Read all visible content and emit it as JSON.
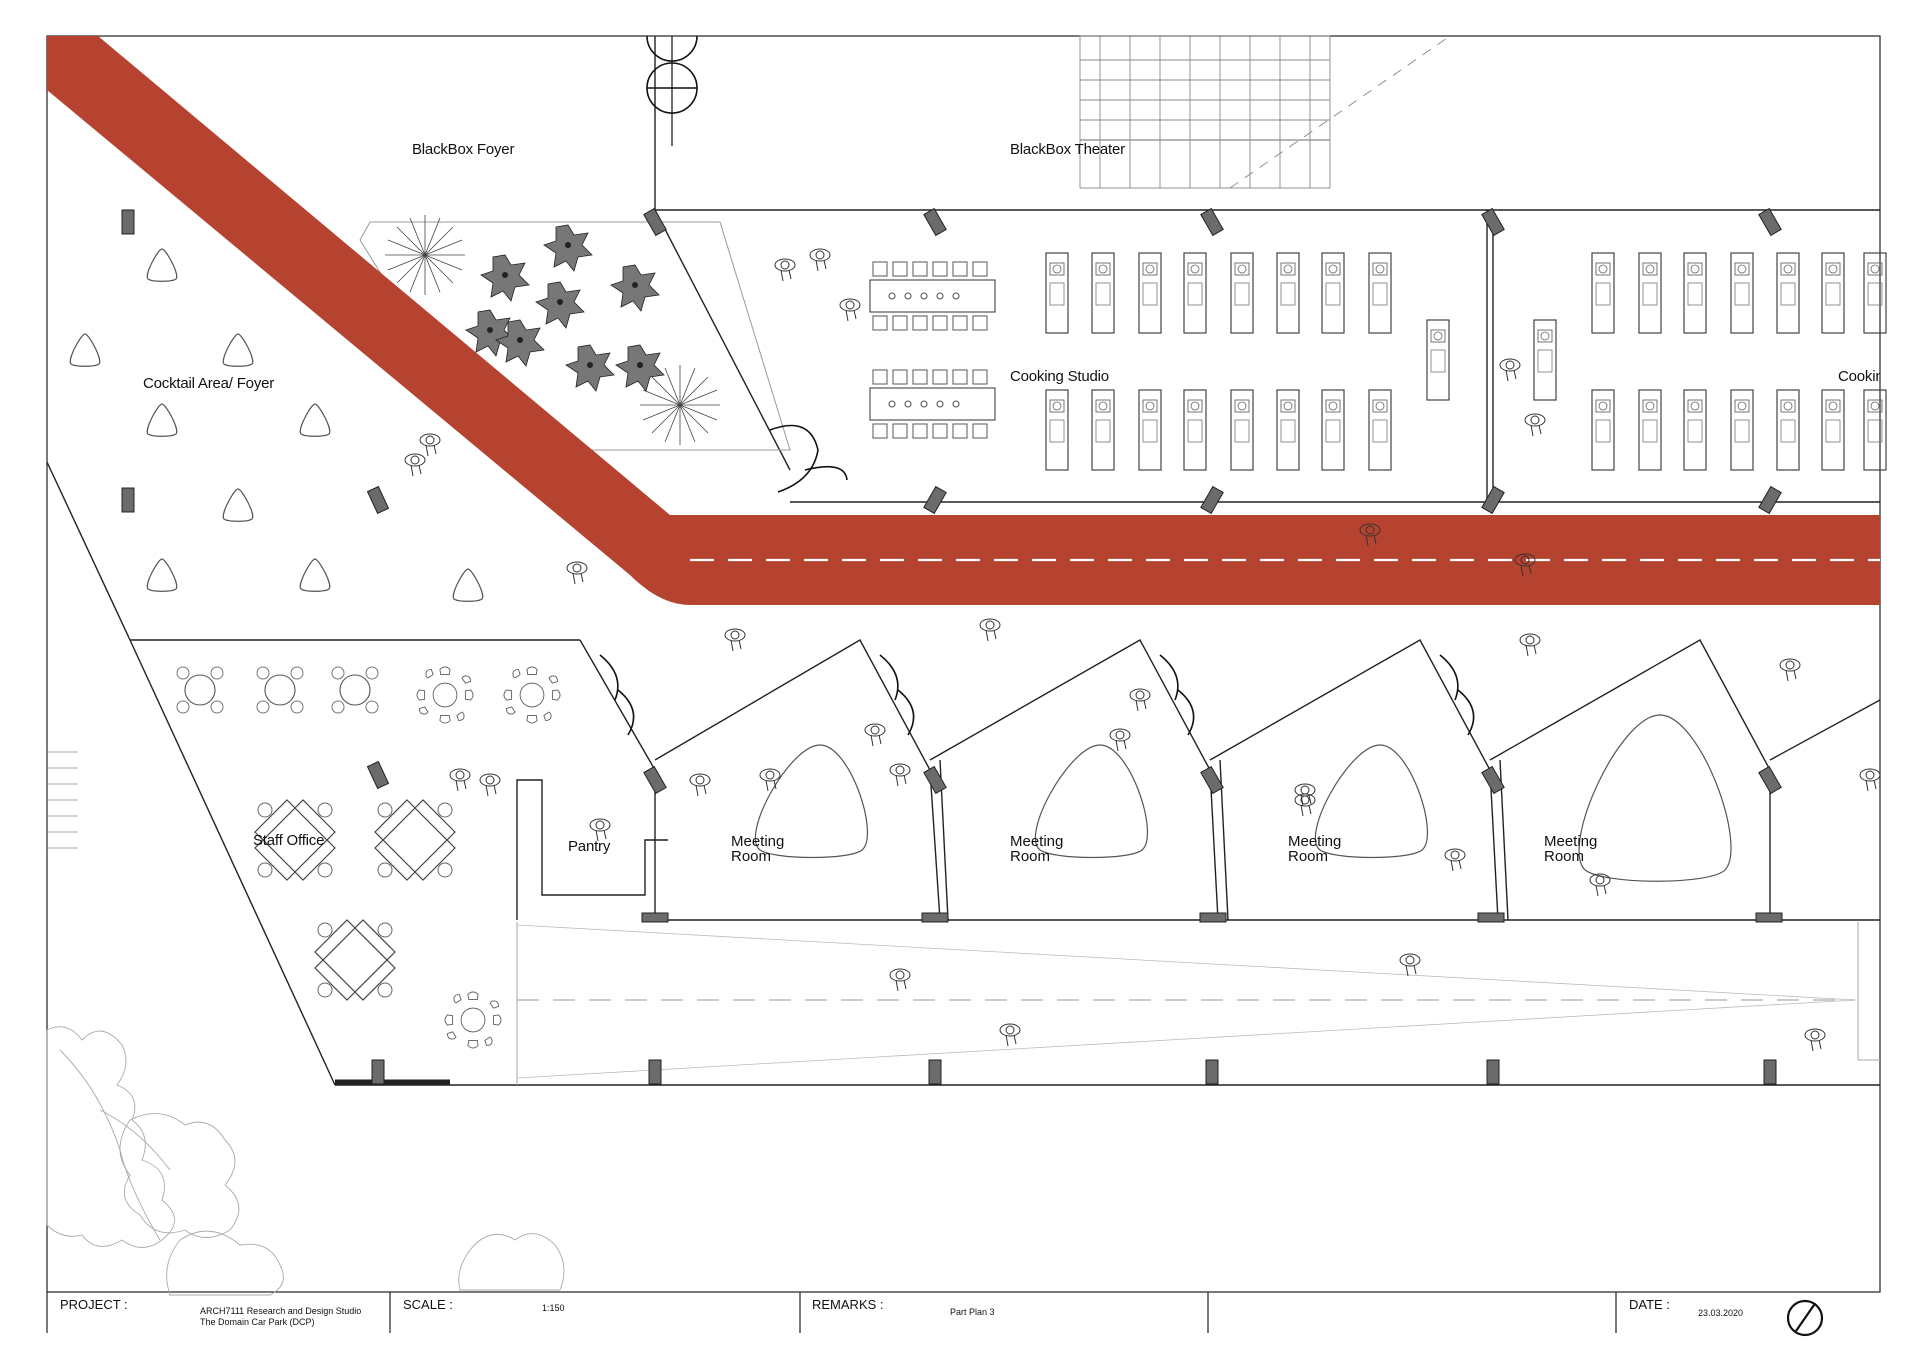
{
  "labels": {
    "blackbox_foyer": "BlackBox Foyer",
    "blackbox_theater": "BlackBox Theater",
    "cocktail_area": "Cocktail Area/ Foyer",
    "cooking_studio": "Cooking Studio",
    "cooking_studio_2": "Cookin",
    "staff_office": "Staff Office",
    "pantry": "Pantry",
    "meeting_room_line1": "Meeting",
    "meeting_room_line2": "Room"
  },
  "title_block": {
    "project_label": "PROJECT :",
    "project_line1": "ARCH7111 Research and Design Studio",
    "project_line2": "The Domain Car Park (DCP)",
    "scale_label": "SCALE :",
    "scale_value": "1:150",
    "remarks_label": "REMARKS :",
    "remarks_value": "Part Plan 3",
    "date_label": "DATE :",
    "date_value": "23.03.2020"
  },
  "colors": {
    "path_red": "#b5432f",
    "line": "#1a1a1a",
    "column": "#6b6b6b"
  }
}
